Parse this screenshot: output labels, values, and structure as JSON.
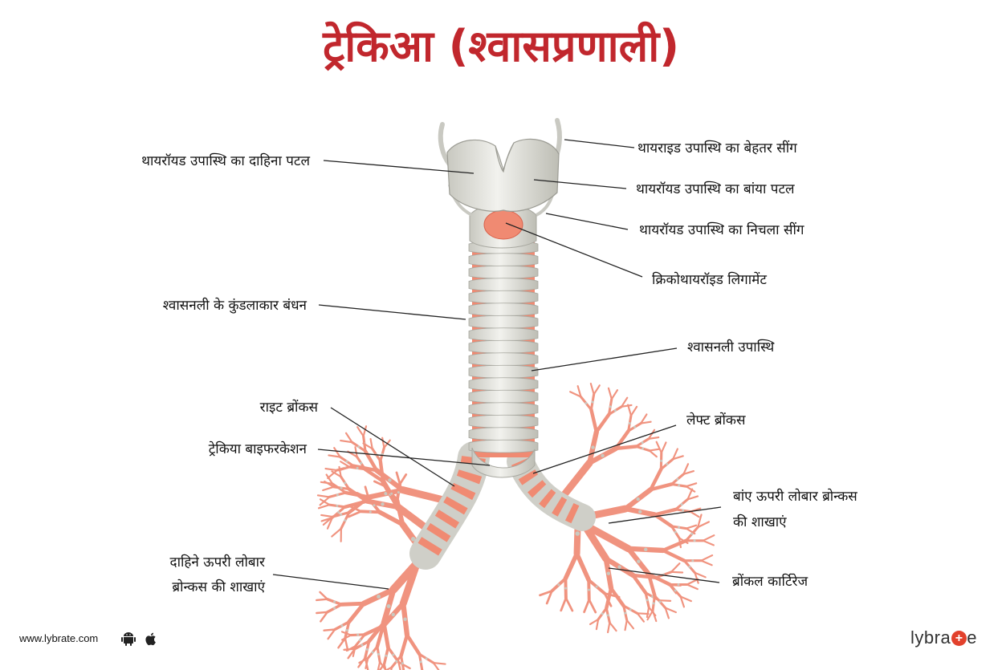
{
  "title": "ट्रेकिआ (श्वासप्रणाली)",
  "colors": {
    "title": "#c1272d",
    "cartilage": "#dcdcd6",
    "cartilage_shade": "#b9b9b1",
    "membrane": "#f08a72",
    "bronchi": "#f0937f",
    "brand_plus": "#e2412c"
  },
  "labels": {
    "superior_horn": "थायराइड उपास्थि का बेहतर सींग",
    "right_lamina": "थायरॉयड उपास्थि का दाहिना पटल",
    "left_lamina": "थायरॉयड उपास्थि का बांया पटल",
    "inferior_horn": "थायरॉयड उपास्थि का निचला सींग",
    "cricothyroid_ligament": "क्रिकोथायरॉइड लिगामेंट",
    "annular_ligaments": "श्वासनली के कुंडलाकार बंधन",
    "tracheal_cartilage": "श्वासनली उपास्थि",
    "right_bronchus": "राइट ब्रोंकस",
    "left_bronchus": "लेफ्ट ब्रोंकस",
    "tracheal_bifurcation": "ट्रेकिया बाइफरकेशन",
    "left_upper_lobar_line1": "बांए ऊपरी लोबार ब्रोन्कस",
    "left_upper_lobar_line2": "की शाखाएं",
    "right_upper_lobar_line1": "दाहिने ऊपरी लोबार",
    "right_upper_lobar_line2": "ब्रोन्कस की शाखाएं",
    "bronchial_cartilage": "ब्रोंकल कार्टिरेज"
  },
  "footer": {
    "url": "www.lybrate.com",
    "icons": [
      "android-icon",
      "apple-icon"
    ],
    "brand_text": "lybra",
    "brand_plus": "+",
    "brand_tail": "e"
  }
}
